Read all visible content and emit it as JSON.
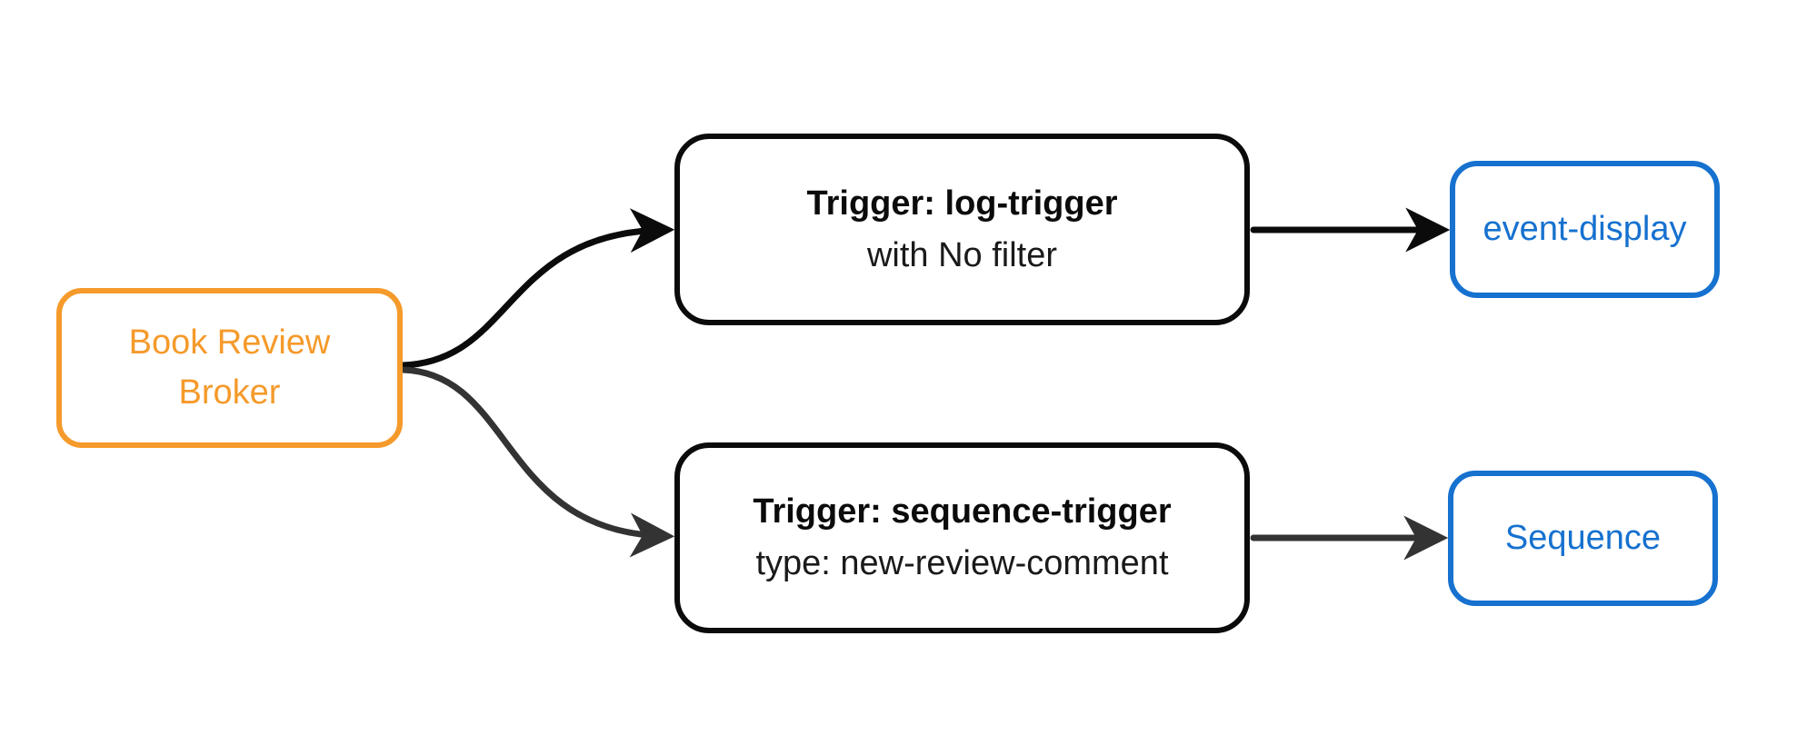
{
  "diagram": {
    "type": "flowchart",
    "colors": {
      "broker_accent": "#F59A2B",
      "sink_accent": "#1671CF",
      "edge_black": "#0B0B0B",
      "edge_gray": "#333333",
      "background": "#FFFFFF"
    },
    "nodes": {
      "broker": {
        "label": "Book Review Broker",
        "color": "#F59A2B"
      },
      "log_trigger": {
        "title": "Trigger: log-trigger",
        "subtitle": "with No filter",
        "color": "#0B0B0B"
      },
      "sequence_trigger": {
        "title": "Trigger: sequence-trigger",
        "subtitle": "type: new-review-comment",
        "color": "#0B0B0B"
      },
      "event_display": {
        "label": "event-display",
        "color": "#1671CF"
      },
      "sequence": {
        "label": "Sequence",
        "color": "#1671CF"
      }
    },
    "edges": [
      {
        "from": "broker",
        "to": "log_trigger",
        "style": "curved",
        "color": "#0B0B0B"
      },
      {
        "from": "broker",
        "to": "sequence_trigger",
        "style": "curved",
        "color": "#333333"
      },
      {
        "from": "log_trigger",
        "to": "event_display",
        "style": "straight",
        "color": "#0B0B0B"
      },
      {
        "from": "sequence_trigger",
        "to": "sequence",
        "style": "straight",
        "color": "#333333"
      }
    ]
  }
}
